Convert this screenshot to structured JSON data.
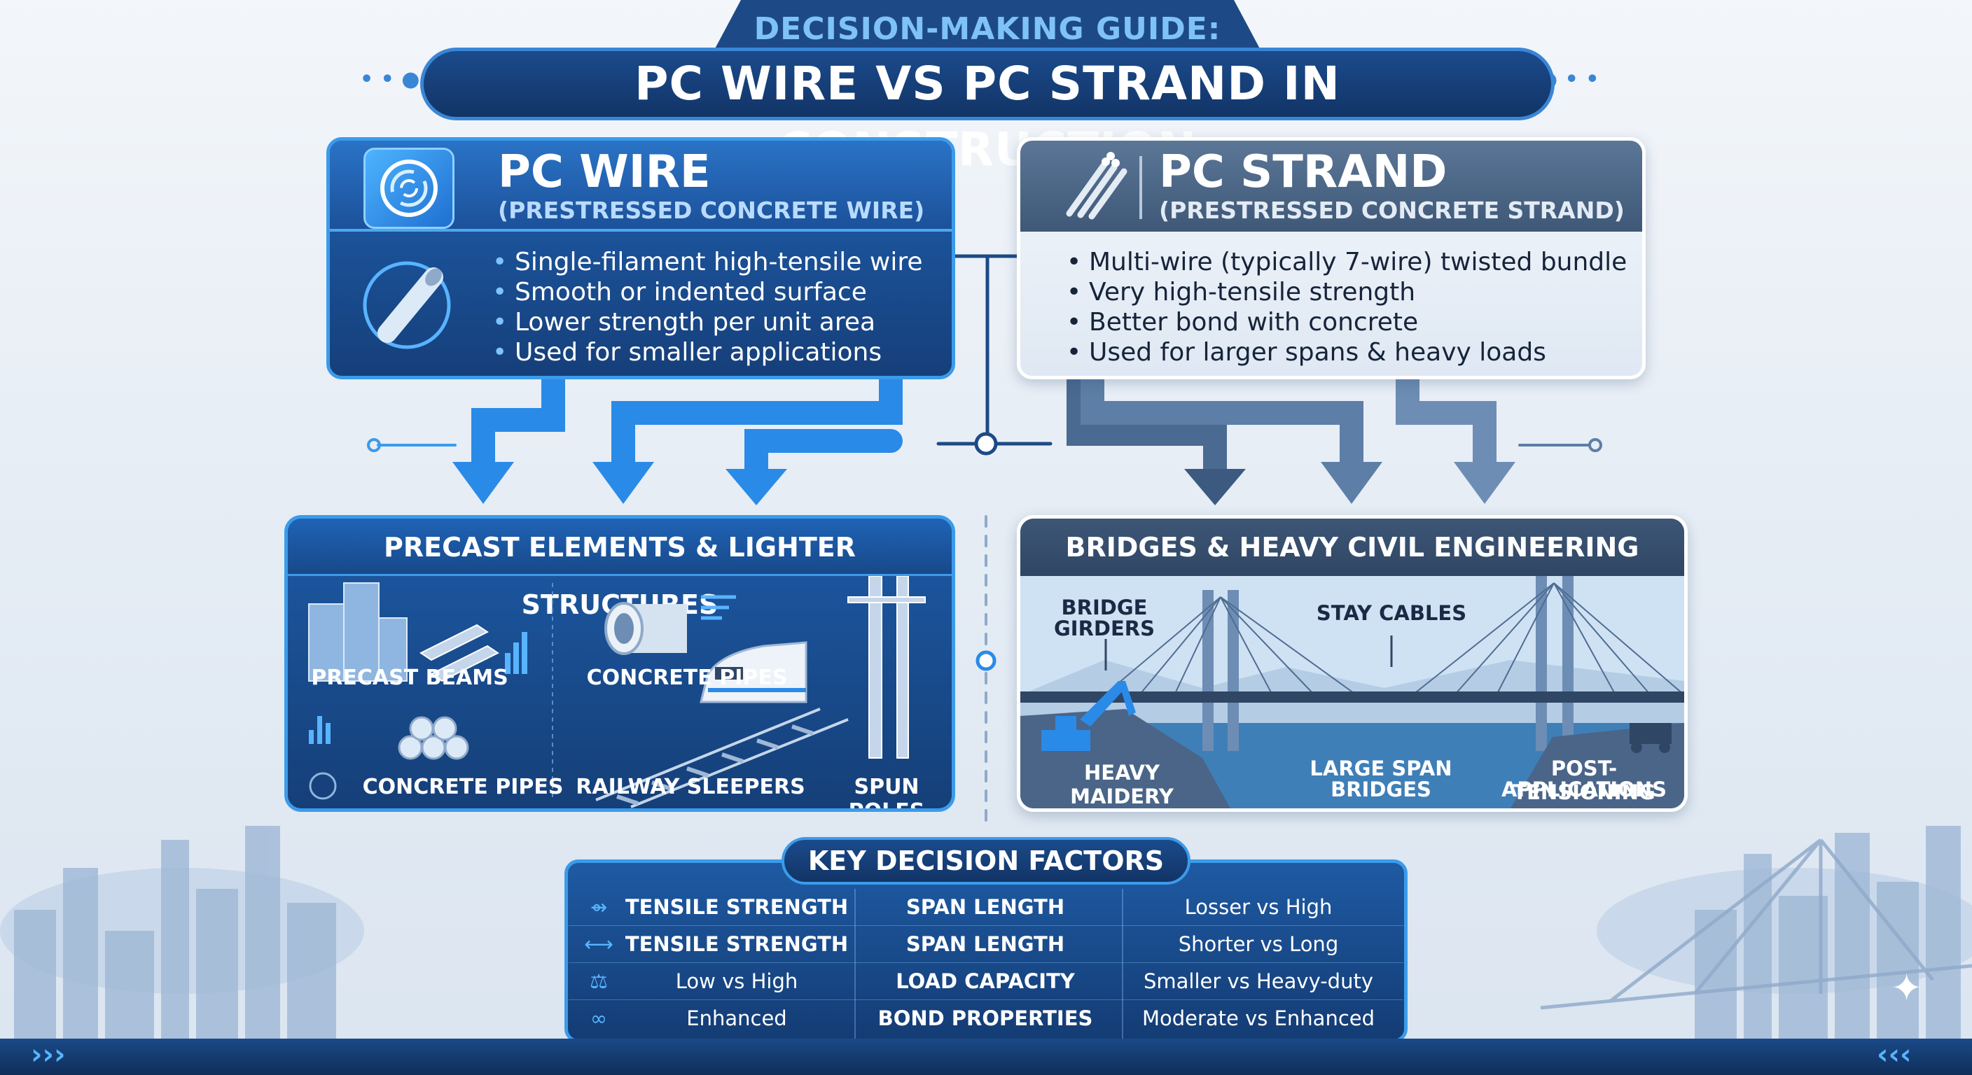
{
  "header": {
    "subtitle": "DECISION-MAKING GUIDE:",
    "title": "PC WIRE VS PC STRAND IN CONSTRUCTION"
  },
  "wire": {
    "title": "PC WIRE",
    "subtitle": "(PRESTRESSED CONCRETE WIRE)",
    "bullets": [
      "Single-filament high-tensile wire",
      "Smooth or indented surface",
      "Lower strength per unit area",
      "Used for smaller applications"
    ]
  },
  "strand": {
    "title": "PC STRAND",
    "subtitle": "(PRESTRESSED CONCRETE STRAND)",
    "bullets": [
      "Multi-wire (typically 7-wire) twisted bundle",
      "Very high-tensile strength",
      "Better bond with concrete",
      "Used for larger spans & heavy loads"
    ]
  },
  "precast": {
    "title": "PRECAST ELEMENTS & LIGHTER STRUCTURES",
    "labels": {
      "precast_beams": "PRECAST BEAMS",
      "concrete_pipes_top": "CONCRETE PIPES",
      "concrete_pipes_bottom": "CONCRETE PIPES",
      "railway_sleepers": "RAILWAY SLEEPERS",
      "spun_poles": "SPUN POLES"
    }
  },
  "bridges": {
    "title": "BRIDGES & HEAVY CIVIL ENGINEERING",
    "labels": {
      "bridge_girders_1": "BRIDGE",
      "bridge_girders_2": "GIRDERS",
      "stay_cables": "STAY CABLES",
      "heavy_machinery": "HEAVY MAIDERY",
      "large_span_1": "LARGE SPAN",
      "large_span_2": "BRIDGES",
      "post_tension_1": "POST-TENSIONING",
      "post_tension_2": "APPLICATIONS"
    }
  },
  "factors": {
    "title": "KEY DECISION FACTORS",
    "rows": [
      {
        "icon": "tensile-icon",
        "c1": "TENSILE STRENGTH",
        "c2": "SPAN LENGTH",
        "c3": "Losser vs High"
      },
      {
        "icon": "span-arrows-icon",
        "c1": "TENSILE STRENGTH",
        "c2": "SPAN LENGTH",
        "c3": "Shorter vs Long"
      },
      {
        "icon": "weight-icon",
        "c1": "Low vs High",
        "c2": "LOAD CAPACITY",
        "c3": "Smaller vs Heavy-duty"
      },
      {
        "icon": "chain-link-icon",
        "c1": "Enhanced",
        "c2": "BOND PROPERTIES",
        "c3": "Moderate vs Enhanced"
      }
    ]
  },
  "colors": {
    "navy": "#143c74",
    "accent": "#3b9bea",
    "steel": "#3f5878"
  }
}
